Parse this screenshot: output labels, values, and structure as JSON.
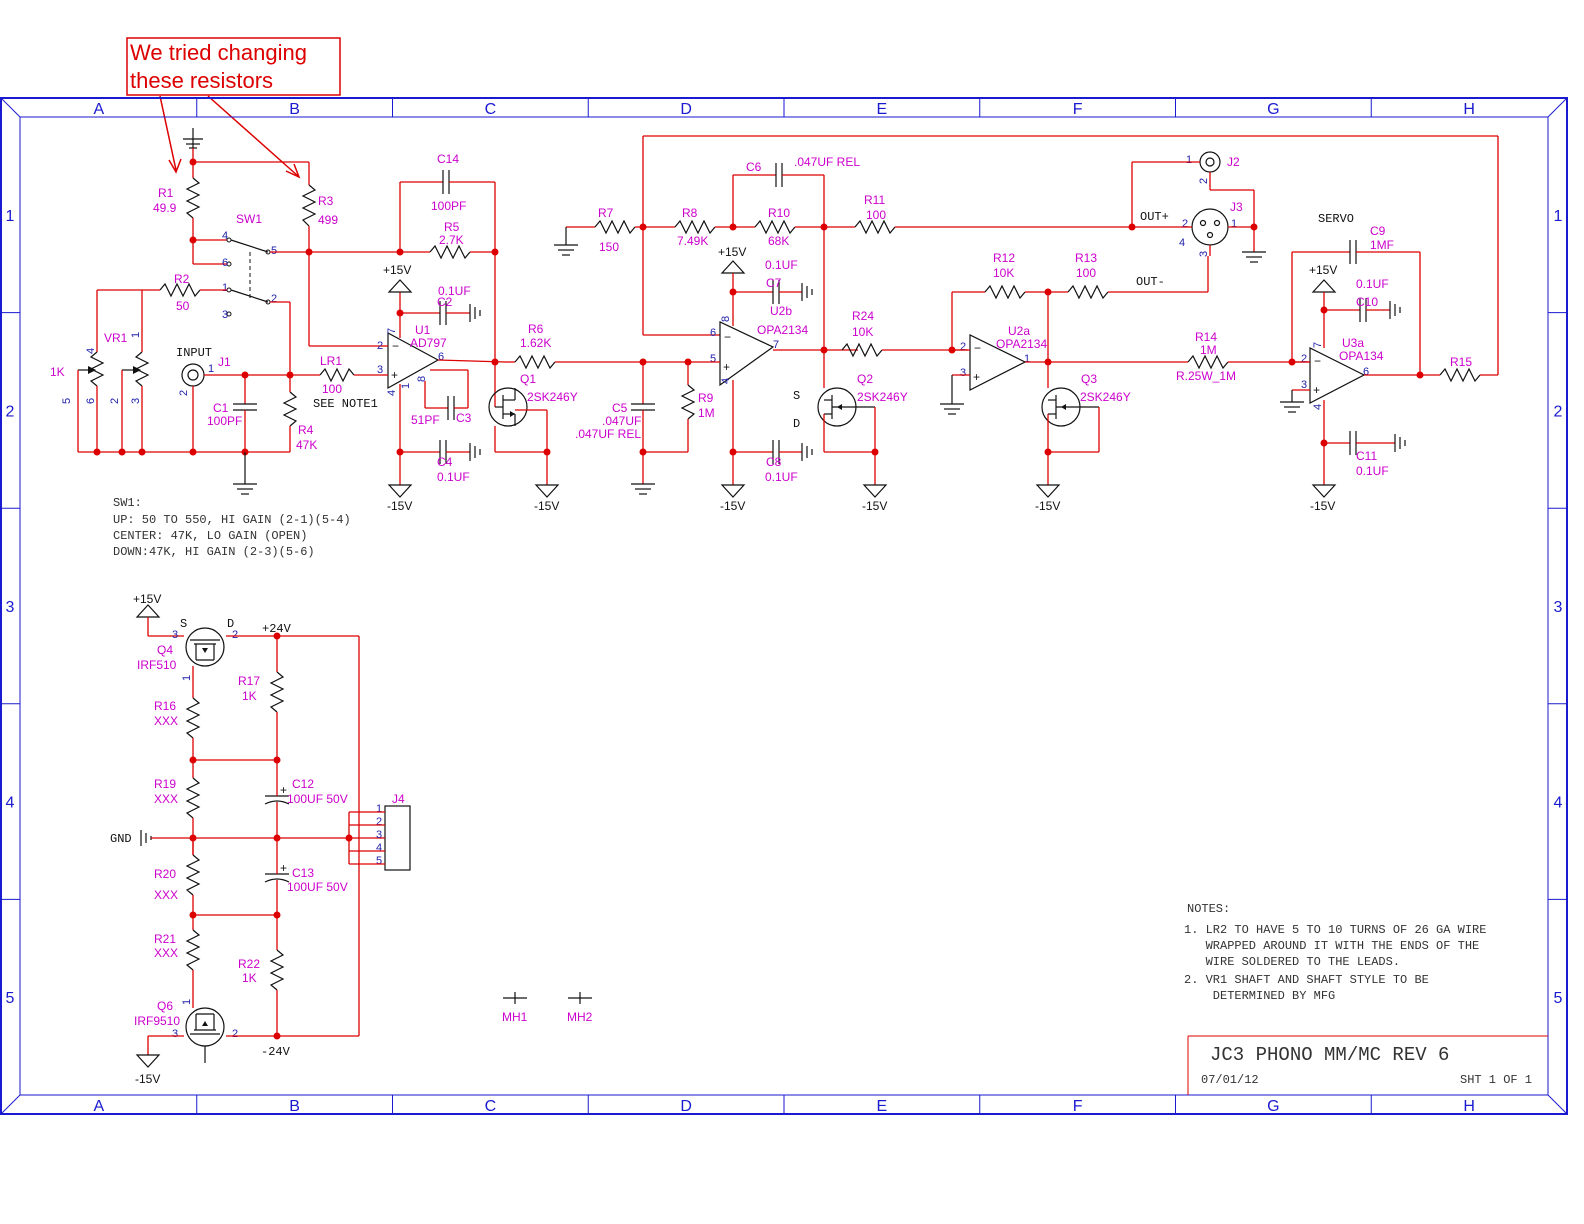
{
  "annotation": {
    "line1": "We tried changing",
    "line2": "these resistors",
    "color": "#dd0000"
  },
  "border": {
    "columns": [
      "A",
      "B",
      "C",
      "D",
      "E",
      "F",
      "G",
      "H"
    ],
    "rows": [
      "1",
      "2",
      "3",
      "4",
      "5"
    ],
    "color": "#1a1ad0"
  },
  "colors": {
    "wire": "#dd0000",
    "text": "#cc00cc",
    "pin": "#2222aa"
  },
  "components": {
    "R1": {
      "ref": "R1",
      "value": "49.9"
    },
    "R2": {
      "ref": "R2",
      "value": "50"
    },
    "R3": {
      "ref": "R3",
      "value": "499"
    },
    "R4": {
      "ref": "R4",
      "value": "47K"
    },
    "R5": {
      "ref": "R5",
      "value": "2.7K"
    },
    "R6": {
      "ref": "R6",
      "value": "1.62K"
    },
    "R7": {
      "ref": "R7",
      "value": "150"
    },
    "R8": {
      "ref": "R8",
      "value": "7.49K"
    },
    "R9": {
      "ref": "R9",
      "value": "1M"
    },
    "R10": {
      "ref": "R10",
      "value": "68K"
    },
    "R11": {
      "ref": "R11",
      "value": "100"
    },
    "R12": {
      "ref": "R12",
      "value": "10K"
    },
    "R13": {
      "ref": "R13",
      "value": "100"
    },
    "R14": {
      "ref": "R14",
      "value": "1M",
      "value2": "R.25W_1M"
    },
    "R15": {
      "ref": "R15",
      "value": ""
    },
    "R16": {
      "ref": "R16",
      "value": "XXX"
    },
    "R17": {
      "ref": "R17",
      "value": "1K"
    },
    "R19": {
      "ref": "R19",
      "value": "XXX"
    },
    "R20": {
      "ref": "R20",
      "value": "XXX"
    },
    "R21": {
      "ref": "R21",
      "value": "XXX"
    },
    "R22": {
      "ref": "R22",
      "value": "1K"
    },
    "R24": {
      "ref": "R24",
      "value": "10K"
    },
    "C1": {
      "ref": "C1",
      "value": "100PF"
    },
    "C2": {
      "ref": "C2",
      "value": "0.1UF"
    },
    "C3": {
      "ref": "C3",
      "value": "51PF"
    },
    "C4": {
      "ref": "C4",
      "value": "0.1UF"
    },
    "C5": {
      "ref": "C5",
      "value": ".047UF",
      "value2": ".047UF REL"
    },
    "C6": {
      "ref": "C6",
      "value": ".047UF REL"
    },
    "C7": {
      "ref": "C7",
      "value": "0.1UF"
    },
    "C8": {
      "ref": "C8",
      "value": "0.1UF"
    },
    "C9": {
      "ref": "C9",
      "value": "1MF"
    },
    "C10": {
      "ref": "C10",
      "value": "0.1UF"
    },
    "C11": {
      "ref": "C11",
      "value": "0.1UF"
    },
    "C12": {
      "ref": "C12",
      "value": "100UF 50V"
    },
    "C13": {
      "ref": "C13",
      "value": "100UF 50V"
    },
    "C14": {
      "ref": "C14",
      "value": "100PF"
    },
    "U1": {
      "ref": "U1",
      "value": "AD797"
    },
    "U2a": {
      "ref": "U2a",
      "value": "OPA2134"
    },
    "U2b": {
      "ref": "U2b",
      "value": "OPA2134"
    },
    "U3a": {
      "ref": "U3a",
      "value": "OPA134"
    },
    "Q1": {
      "ref": "Q1",
      "value": "2SK246Y"
    },
    "Q2": {
      "ref": "Q2",
      "value": "2SK246Y"
    },
    "Q3": {
      "ref": "Q3",
      "value": "2SK246Y"
    },
    "Q4": {
      "ref": "Q4",
      "value": "IRF510"
    },
    "Q6": {
      "ref": "Q6",
      "value": "IRF9510"
    },
    "LR1": {
      "ref": "LR1",
      "value": "100"
    },
    "VR1": {
      "ref": "VR1",
      "value": "1K"
    },
    "SW1": {
      "ref": "SW1"
    },
    "J1": {
      "ref": "J1"
    },
    "J2": {
      "ref": "J2"
    },
    "J3": {
      "ref": "J3"
    },
    "J4": {
      "ref": "J4"
    },
    "MH1": {
      "ref": "MH1"
    },
    "MH2": {
      "ref": "MH2"
    }
  },
  "labels": {
    "input": "INPUT",
    "see_note": "SEE NOTE1",
    "servo": "SERVO",
    "out_plus": "OUT+",
    "out_minus": "OUT-",
    "gnd": "GND",
    "p15": "+15V",
    "m15": "-15V",
    "p24": "+24V",
    "m24": "-24V",
    "S": "S",
    "D": "D"
  },
  "sw1_note": [
    "SW1:",
    "UP: 50 TO 550, HI GAIN (2-1)(5-4)",
    "CENTER: 47K, LO GAIN (OPEN)",
    "DOWN:47K, HI GAIN (2-3)(5-6)"
  ],
  "notes": {
    "header": "NOTES:",
    "items": [
      "1. LR2 TO HAVE 5 TO 10 TURNS OF 26 GA WIRE",
      "   WRAPPED AROUND IT WITH THE ENDS OF THE",
      "   WIRE SOLDERED TO THE LEADS.",
      "2. VR1 SHAFT AND SHAFT STYLE TO BE",
      "    DETERMINED BY MFG"
    ]
  },
  "title_block": {
    "title": "JC3 PHONO MM/MC REV 6",
    "date": "07/01/12",
    "sheet": "SHT 1 OF 1"
  }
}
